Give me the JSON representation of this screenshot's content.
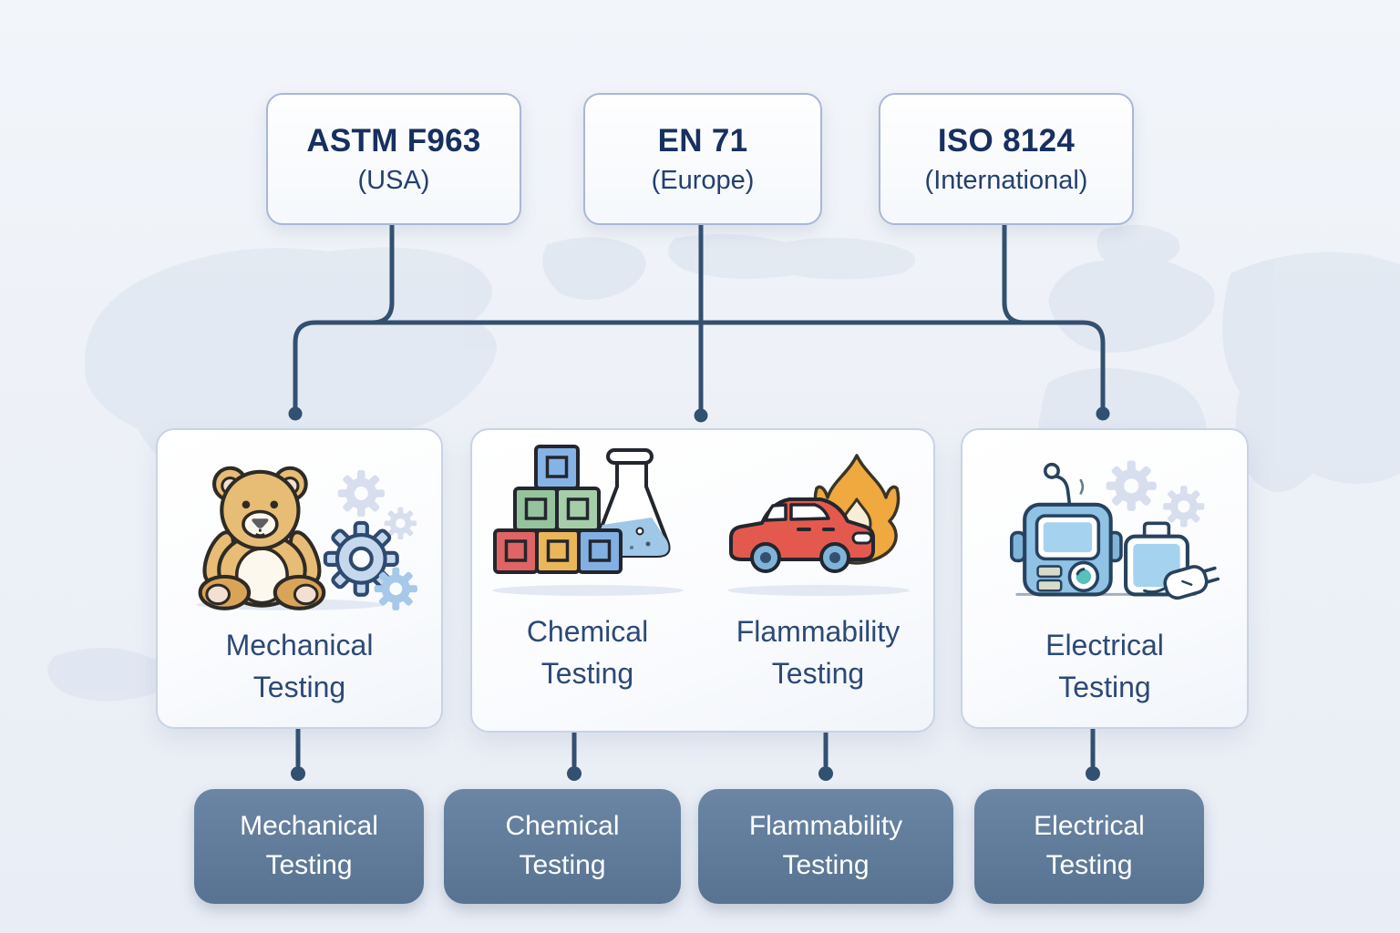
{
  "colors": {
    "box-border": "#a9b7d6",
    "box-text": "#17305f",
    "region-text": "#23406f",
    "card-border": "#c8d3e6",
    "card-text": "#2c4976",
    "line": "#32506f",
    "map": "#dbe3ef",
    "btn-top": "#6a86a4",
    "btn-bottom": "#587391",
    "btn-text": "#ffffff"
  },
  "standards": [
    {
      "name": "ASTM F963",
      "region": "(USA)"
    },
    {
      "name": "EN 71",
      "region": "(Europe)"
    },
    {
      "name": "ISO 8124",
      "region": "(International)"
    }
  ],
  "cards": [
    {
      "label": "Mechanical\nTesting",
      "icon": "teddy-bear-and-gears"
    },
    {
      "label": "Chemical\nTesting",
      "icon": "toy-blocks-and-flask"
    },
    {
      "label": "Flammability\nTesting",
      "icon": "toy-car-and-flame"
    },
    {
      "label": "Electrical\nTesting",
      "icon": "robot-battery-and-plug"
    }
  ],
  "bottom_buttons": [
    {
      "label": "Mechanical\nTesting"
    },
    {
      "label": "Chemical\nTesting"
    },
    {
      "label": "Flammability\nTesting"
    },
    {
      "label": "Electrical\nTesting"
    }
  ],
  "icons": {
    "mechanical": "teddy-bear-and-gears",
    "chemical": "toy-blocks-and-flask",
    "flammability": "toy-car-and-flame",
    "electrical": "robot-battery-and-plug"
  }
}
